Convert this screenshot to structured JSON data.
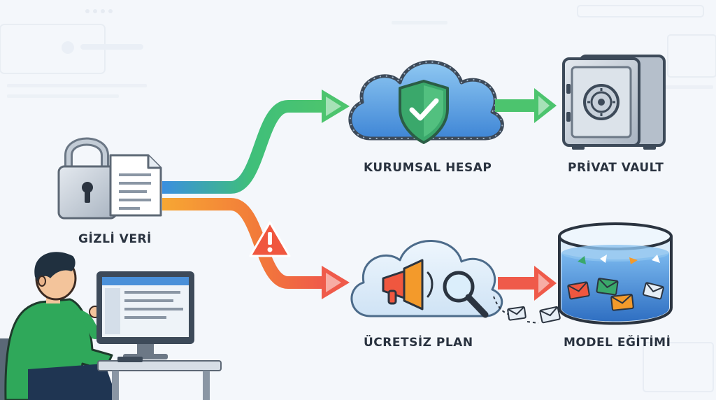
{
  "labels": {
    "secret_data": "GİZLİ VERİ",
    "enterprise_account": "KURUMSAL HESAP",
    "private_vault": "PRİVAT VAULT",
    "free_plan": "ÜCRETSİZ PLAN",
    "model_training": "MODEL EĞİTİMİ"
  },
  "colors": {
    "blue_path": "#3b8fe0",
    "green_path": "#3fbf7a",
    "orange_path": "#f39a2b",
    "red_path": "#ef5a4a",
    "shield": "#3aa86b",
    "warning": "#f0573f",
    "water": "#4a90d9"
  },
  "icons": [
    "padlock-icon",
    "document-icon",
    "cloud-shield-icon",
    "check-icon",
    "safe-icon",
    "cloud-megaphone-icon",
    "magnifier-icon",
    "warning-icon",
    "data-tank-icon",
    "envelope-icon",
    "user-at-computer-icon"
  ]
}
